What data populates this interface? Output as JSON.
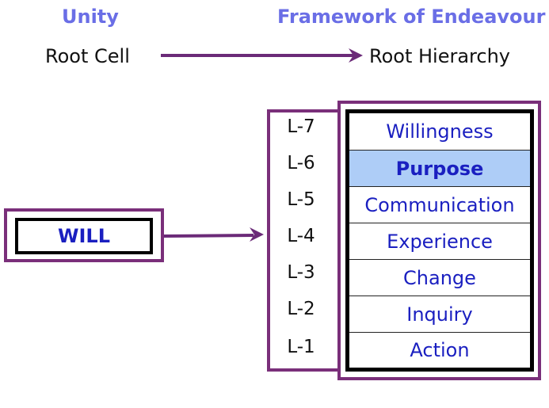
{
  "headings": {
    "left": "Unity",
    "right": "Framework of Endeavour"
  },
  "top_row": {
    "left_label": "Root Cell",
    "right_label": "Root Hierarchy"
  },
  "will_box": {
    "label": "WILL"
  },
  "levels": [
    {
      "level": "L-7",
      "name": "Willingness",
      "highlighted": false
    },
    {
      "level": "L-6",
      "name": "Purpose",
      "highlighted": true
    },
    {
      "level": "L-5",
      "name": "Communication",
      "highlighted": false
    },
    {
      "level": "L-4",
      "name": "Experience",
      "highlighted": false
    },
    {
      "level": "L-3",
      "name": "Change",
      "highlighted": false
    },
    {
      "level": "L-2",
      "name": "Inquiry",
      "highlighted": false
    },
    {
      "level": "L-1",
      "name": "Action",
      "highlighted": false
    }
  ],
  "colors": {
    "heading": "#6a6ee6",
    "frame_purple": "#7a2f7a",
    "level_text_blue": "#1a1fc0",
    "highlight_fill": "#aecdf7"
  }
}
